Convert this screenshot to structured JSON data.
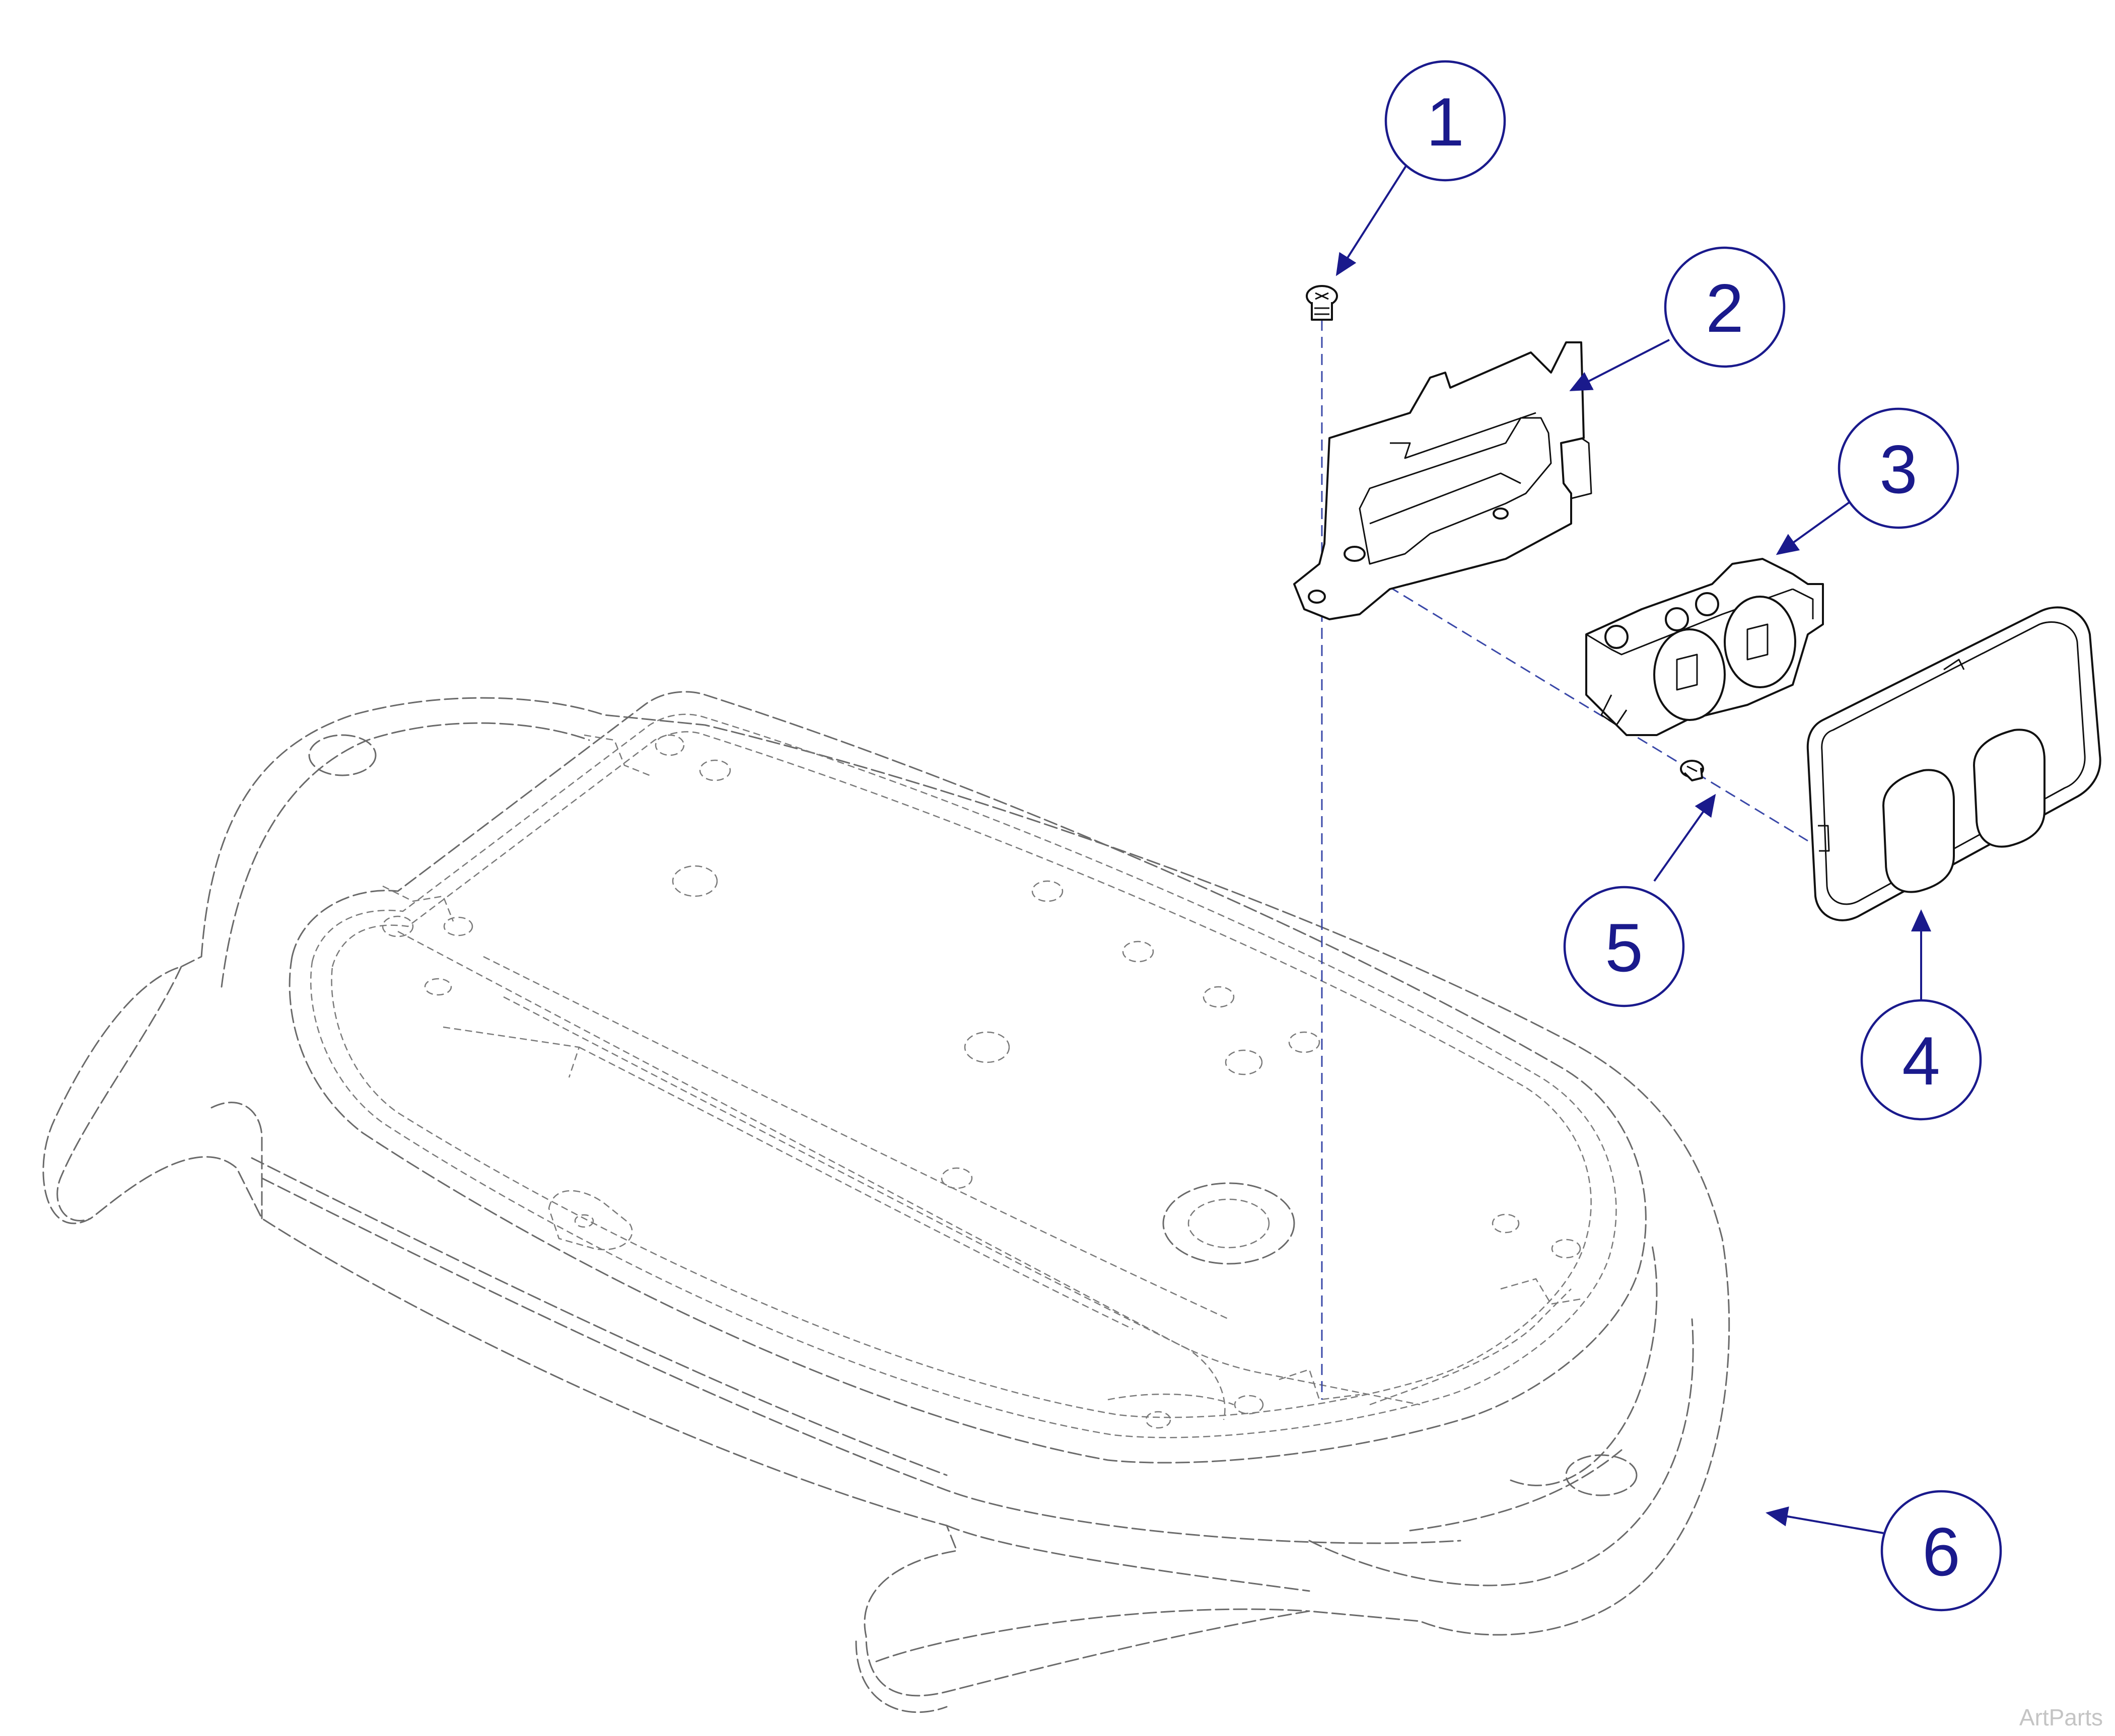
{
  "callouts": [
    {
      "label": "1",
      "part": "screw"
    },
    {
      "label": "2",
      "part": "mounting-bracket"
    },
    {
      "label": "3",
      "part": "duplex-receptacle"
    },
    {
      "label": "4",
      "part": "receptacle-cover-plate"
    },
    {
      "label": "5",
      "part": "screw"
    },
    {
      "label": "6",
      "part": "base"
    }
  ],
  "watermark": "ArtParts",
  "colors": {
    "callout": "#1a1a8c",
    "line": "#111111",
    "ghost": "#6a6a6a"
  }
}
